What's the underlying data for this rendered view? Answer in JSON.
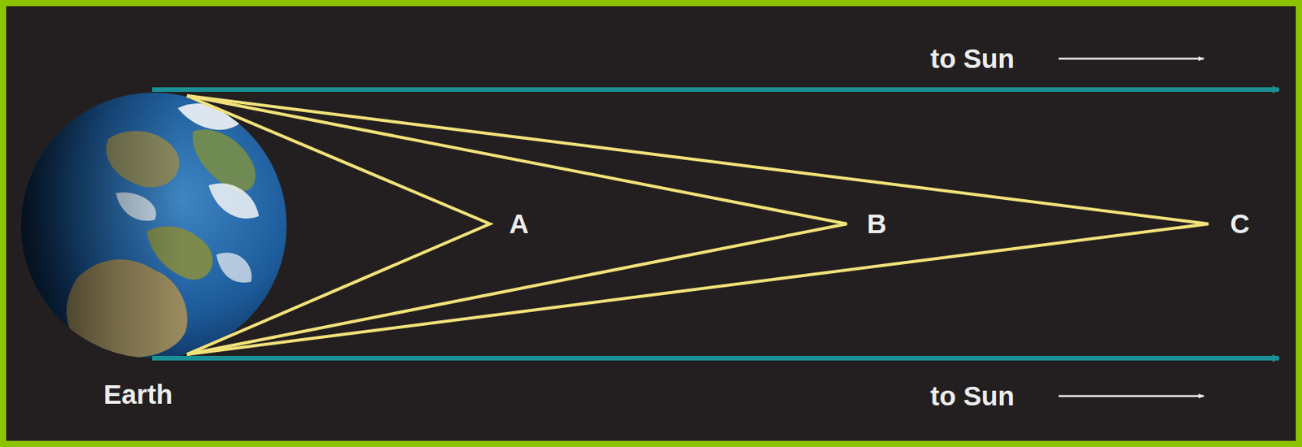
{
  "diagram": {
    "labels": [
      "to Sun",
      "A",
      "B",
      "C",
      "Earth",
      "to Sun"
    ]
  }
}
